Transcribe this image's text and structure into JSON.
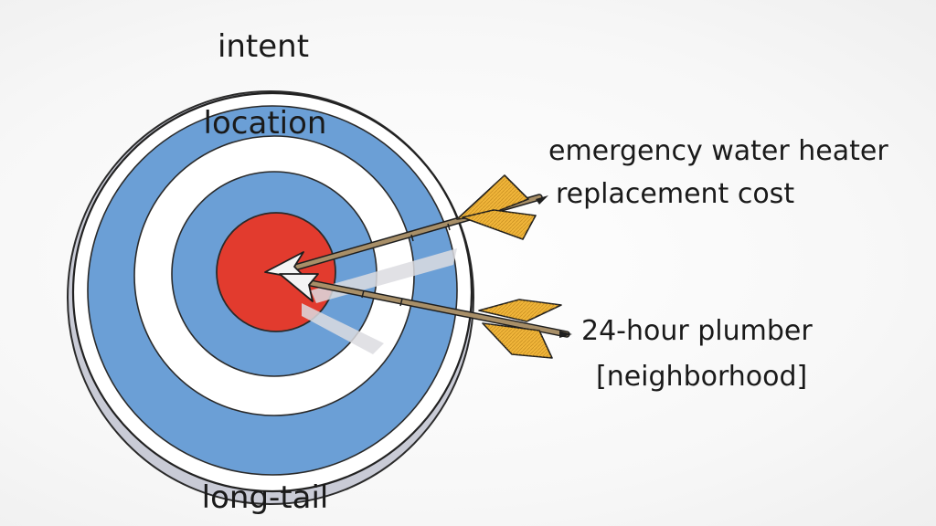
{
  "diagram": {
    "labels": {
      "intent": "intent",
      "location": "location",
      "long_tail": "long-tail"
    },
    "arrows": [
      {
        "label_lines": [
          "emergency water heater",
          "replacement cost"
        ]
      },
      {
        "label_lines": [
          "24-hour plumber",
          "[neighborhood]"
        ]
      }
    ],
    "colors": {
      "blue_ring": "#6b9fd6",
      "white_ring": "#ffffff",
      "bullseye": "#e23b2e",
      "fletching": "#f0b53a",
      "shaft": "#a88f68",
      "outline": "#1e1e1e"
    }
  }
}
